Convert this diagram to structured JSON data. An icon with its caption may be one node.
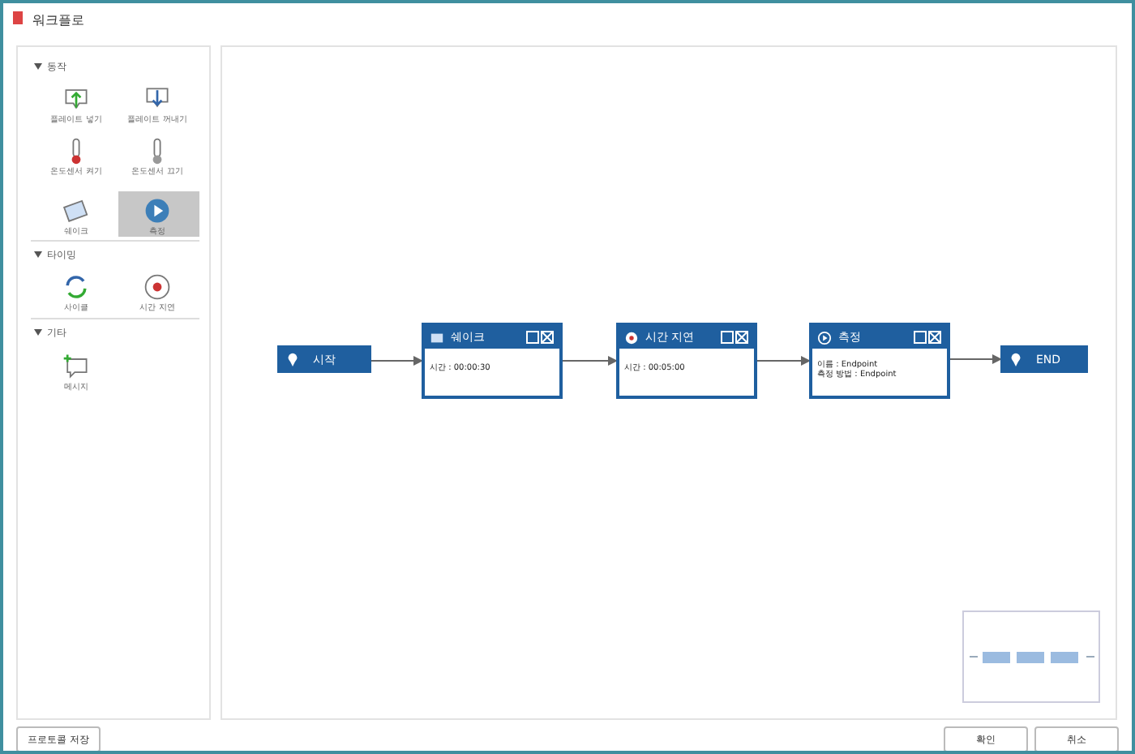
{
  "diagram": {
    "nodes": [
      {
        "text": [
          "시작"
        ]
      },
      {
        "text": [
          "쉐이크",
          "시간 : 00:00:30"
        ]
      },
      {
        "text": [
          "시간 지연",
          "시간 : 00:05:00"
        ]
      },
      {
        "text": [
          "측정",
          "이름 : Endpoint",
          "측정 방법 : Endpoint"
        ]
      },
      {
        "text": [
          "END"
        ]
      }
    ],
    "edges": [
      {
        "from": 0,
        "to": 1,
        "arrow": "to"
      },
      {
        "from": 1,
        "to": 2,
        "arrow": "to"
      },
      {
        "from": 2,
        "to": 3,
        "arrow": "to"
      },
      {
        "from": 3,
        "to": 4,
        "arrow": "to"
      }
    ],
    "labels": [
      "워크플로",
      "동작",
      "플레이트 넣기",
      "플레이트 꺼내기",
      "온도센서 켜기",
      "온도센서 끄기",
      "쉐이크",
      "측정",
      "타이밍",
      "사이클",
      "시간 지연",
      "기타",
      "메시지",
      "프로토콜 저장",
      "확인",
      "취소"
    ]
  }
}
